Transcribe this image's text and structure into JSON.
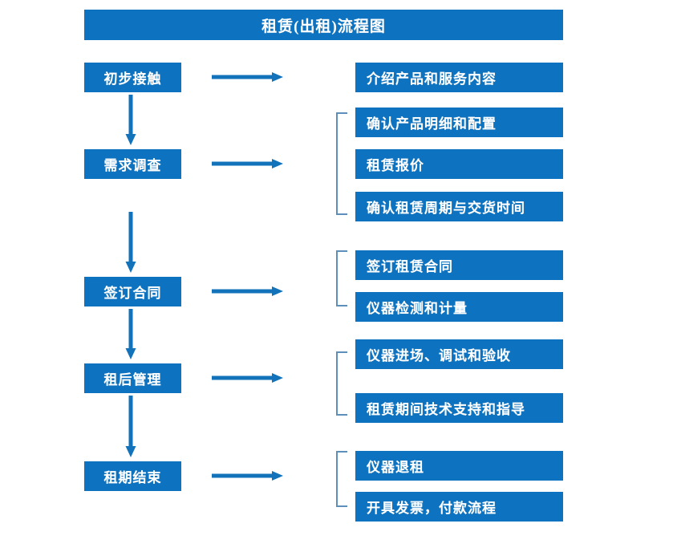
{
  "title": "租赁(出租)流程图",
  "colors": {
    "box_blue": "#0d72bf",
    "arrow_blue": "#1273ba",
    "bracket_blue": "#5d8fba",
    "text_white": "#ffffff",
    "background": "#ffffff"
  },
  "stages": [
    {
      "label": "初步接触"
    },
    {
      "label": "需求调查"
    },
    {
      "label": "签订合同"
    },
    {
      "label": "租后管理"
    },
    {
      "label": "租期结束"
    }
  ],
  "detail_groups": [
    {
      "for_stage": "初步接触",
      "bracket": false,
      "items": [
        {
          "label": "介绍产品和服务内容"
        }
      ]
    },
    {
      "for_stage": "需求调查",
      "bracket": true,
      "items": [
        {
          "label": "确认产品明细和配置"
        },
        {
          "label": "租赁报价"
        },
        {
          "label": "确认租赁周期与交货时间"
        }
      ]
    },
    {
      "for_stage": "签订合同",
      "bracket": true,
      "items": [
        {
          "label": "签订租赁合同"
        },
        {
          "label": "仪器检测和计量"
        }
      ]
    },
    {
      "for_stage": "租后管理",
      "bracket": true,
      "items": [
        {
          "label": "仪器进场、调试和验收"
        },
        {
          "label": "租赁期间技术支持和指导"
        }
      ]
    },
    {
      "for_stage": "租期结束",
      "bracket": true,
      "items": [
        {
          "label": "仪器退租"
        },
        {
          "label": "开具发票，付款流程"
        }
      ]
    }
  ]
}
